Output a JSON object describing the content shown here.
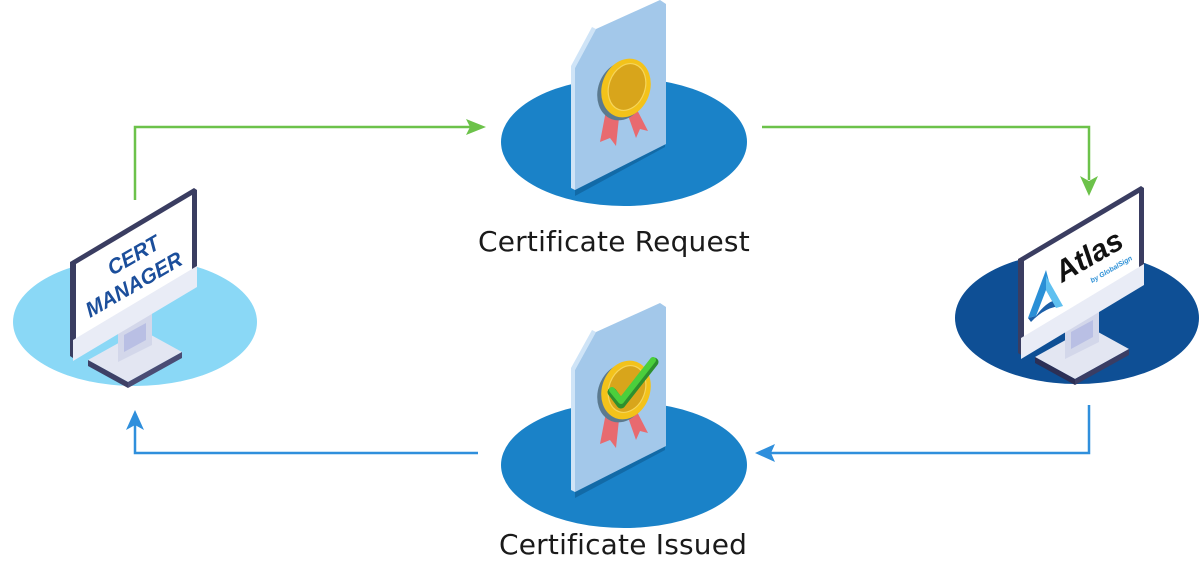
{
  "diagram": {
    "title": "Certificate lifecycle between Cert Manager and Atlas",
    "nodes": {
      "cert_manager": {
        "screen_line1": "CERT",
        "screen_line2": "MANAGER",
        "platform_color": "#8ad8f6",
        "text_color": "#1b4e9b"
      },
      "atlas": {
        "brand": "Atlas",
        "sub_brand": "by GlobalSign",
        "platform_color": "#0e4f95",
        "logo_color": "#2a8fd6"
      },
      "certificate_request": {
        "label": "Certificate Request",
        "platform_color": "#1a82c8",
        "icon": "certificate-ribbon-icon"
      },
      "certificate_issued": {
        "label": "Certificate Issued",
        "platform_color": "#1a82c8",
        "icon": "certificate-check-icon"
      }
    },
    "edges": [
      {
        "from": "cert_manager",
        "to": "certificate_request",
        "color": "#6cc24a"
      },
      {
        "from": "certificate_request",
        "to": "atlas",
        "color": "#6cc24a"
      },
      {
        "from": "atlas",
        "to": "certificate_issued",
        "color": "#2f8fdc"
      },
      {
        "from": "certificate_issued",
        "to": "cert_manager",
        "color": "#2f8fdc"
      }
    ]
  }
}
